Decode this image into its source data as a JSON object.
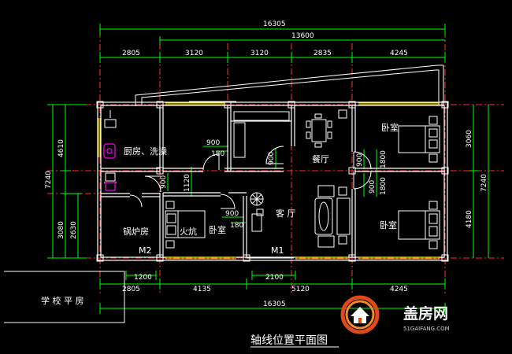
{
  "title": "轴线位置平面图",
  "colors": {
    "background": "#000000",
    "wall": "#ffffff",
    "dimension": "#00ff00",
    "axis": "#ff3030",
    "window": "#ffe600",
    "furniture": "#ffffff",
    "accent": "#ff00ff"
  },
  "dimensions": {
    "top_total": "16305",
    "top_inner": "13600",
    "top_segments": [
      "2805",
      "3120",
      "3120",
      "2835",
      "4245"
    ],
    "bottom_total": "16305",
    "bottom_segments": [
      "2805",
      "4135",
      "5120",
      "4245"
    ],
    "bottom_inner": [
      "1200",
      "2100"
    ],
    "left_total": "7240",
    "left_segments": [
      "4610",
      "3080"
    ],
    "left_inner": "2630",
    "right_total": "7240",
    "right_segments": [
      "3060",
      "4180"
    ],
    "interior": {
      "d900_a": "900",
      "d180_a": "180",
      "d900_b": "900",
      "d1120": "1120",
      "d900_c": "900",
      "d180_b": "180",
      "d900_d": "900",
      "d900_e": "900",
      "d1800_a": "1800",
      "d900_f": "900",
      "d1800_b": "1800"
    }
  },
  "rooms": {
    "kitchen": "厨房、洗澡",
    "dining": "餐厅",
    "bedroom_top_right": "卧室",
    "living": "客 厅",
    "bedroom_bottom_right": "卧室",
    "bedroom_small": "卧室",
    "boiler": "锅炉房",
    "kang": "火炕"
  },
  "labels": {
    "m1": "M1",
    "m2": "M2",
    "neighbor": "学 校 平 房"
  },
  "logo": {
    "name": "盖房网",
    "url": "51GAIFANG.COM"
  }
}
